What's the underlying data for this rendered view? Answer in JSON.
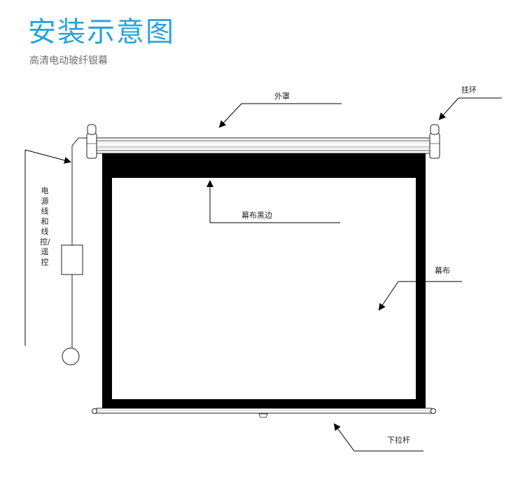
{
  "header": {
    "title": "安装示意图",
    "subtitle": "高清电动玻纤银幕"
  },
  "labels": {
    "housing": "外罩",
    "hanging_ring": "挂环",
    "black_border": "幕布黑边",
    "screen": "幕布",
    "pull_bar": "下拉杆",
    "cable_remote": "电源线和线控/遥控"
  },
  "colors": {
    "title": "#29a3d9",
    "subtitle": "#6f6f6f",
    "line": "#222222",
    "border": "#000000"
  }
}
